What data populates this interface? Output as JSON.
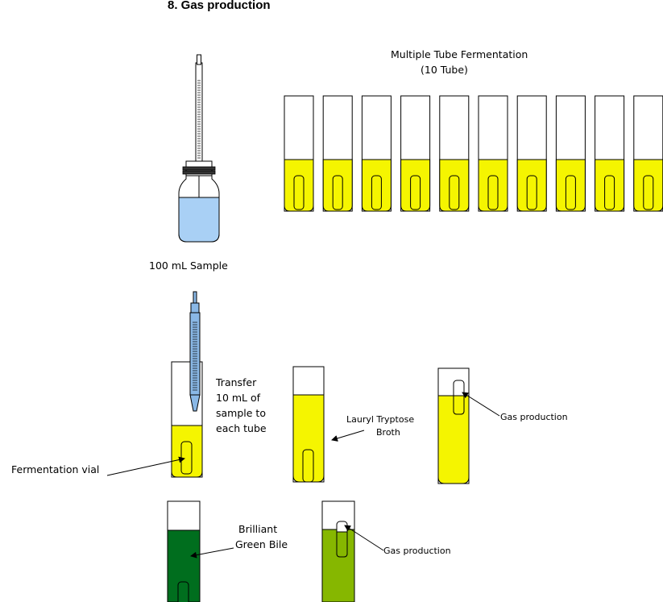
{
  "title": "8.  Gas production",
  "labels": {
    "multi_tube_line1": "Multiple Tube Fermentation",
    "multi_tube_line2": "(10 Tube)",
    "sample": "100 mL Sample",
    "transfer_line1": "Transfer",
    "transfer_line2": "10 mL of",
    "transfer_line3": "sample to",
    "transfer_line4": "each tube",
    "fermentation_vial": "Fermentation vial",
    "lauryl_line1": "Lauryl Tryptose",
    "lauryl_line2": "Broth",
    "gas_production_1": "Gas production",
    "brilliant_line1": "Brilliant",
    "brilliant_line2": "Green Bile",
    "gas_production_2": "Gas production"
  },
  "tube_count": 10,
  "colors": {
    "lauryl_broth": "#f5f500",
    "brilliant_green_bile": "#006e1e",
    "bgb_positive": "#86b700",
    "sample_water": "#a9d0f5",
    "pipette_blue": "#8ab8e6",
    "outline": "#000000"
  }
}
